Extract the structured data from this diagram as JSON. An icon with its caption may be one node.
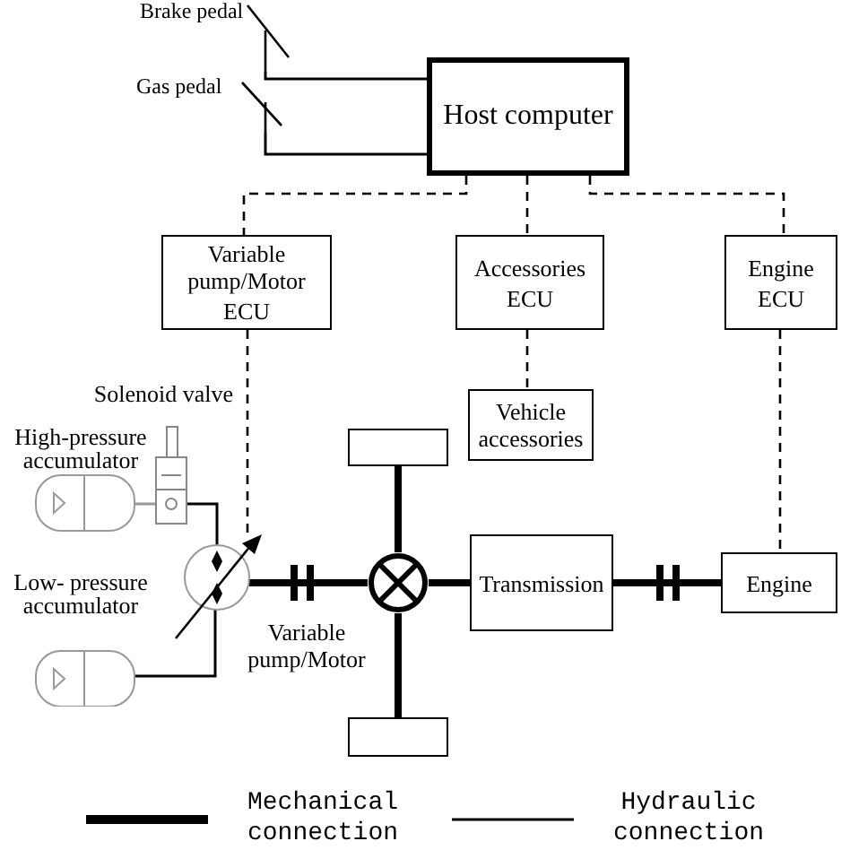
{
  "diagram": {
    "nodes": [
      {
        "text": [
          "Host computer"
        ]
      },
      {
        "text": [
          "Brake pedal"
        ]
      },
      {
        "text": [
          "Gas pedal"
        ]
      },
      {
        "text": [
          "Variable pump/Motor",
          "ECU"
        ]
      },
      {
        "text": [
          "Accessories",
          "ECU"
        ]
      },
      {
        "text": [
          "Engine",
          "ECU"
        ]
      },
      {
        "text": [
          "Vehicle accessories"
        ]
      },
      {
        "text": [
          "Solenoid valve"
        ]
      },
      {
        "text": [
          "High-pressure accumulator"
        ]
      },
      {
        "text": [
          "Low- pressure accumulator"
        ]
      },
      {
        "text": [
          "Variable pump/Motor"
        ]
      },
      {
        "text": [],
        "shape": "box"
      },
      {
        "text": [],
        "shape": "circle"
      },
      {
        "text": [],
        "shape": "box"
      },
      {
        "text": [
          "Transmission"
        ]
      },
      {
        "text": [
          "Engine"
        ]
      }
    ],
    "edges": [
      {
        "from": 1,
        "to": 0,
        "arrow": "none"
      },
      {
        "from": 2,
        "to": 0,
        "arrow": "none"
      },
      {
        "from": 0,
        "to": 3,
        "arrow": "none",
        "style": "dashed"
      },
      {
        "from": 0,
        "to": 4,
        "arrow": "none",
        "style": "dashed"
      },
      {
        "from": 0,
        "to": 5,
        "arrow": "none",
        "style": "dashed"
      },
      {
        "from": 4,
        "to": 6,
        "arrow": "none",
        "style": "dashed"
      },
      {
        "from": 3,
        "to": 10,
        "arrow": "none",
        "style": "dashed"
      },
      {
        "from": 5,
        "to": 15,
        "arrow": "none",
        "style": "dashed"
      },
      {
        "from": 8,
        "to": 7,
        "arrow": "none",
        "color": "#999999"
      },
      {
        "from": 7,
        "to": 10,
        "arrow": "none"
      },
      {
        "from": 9,
        "to": 10,
        "arrow": "none"
      },
      {
        "from": 10,
        "to": 12,
        "arrow": "none",
        "style": "thick"
      },
      {
        "from": 11,
        "to": 12,
        "arrow": "none",
        "style": "thick"
      },
      {
        "from": 12,
        "to": 13,
        "arrow": "none",
        "style": "thick"
      },
      {
        "from": 12,
        "to": 14,
        "arrow": "none",
        "style": "thick"
      },
      {
        "from": 14,
        "to": 15,
        "arrow": "none",
        "style": "thick"
      }
    ],
    "legend": [
      {
        "text": "Mechanical connection"
      },
      {
        "text": "Hydraulic connection"
      }
    ]
  }
}
